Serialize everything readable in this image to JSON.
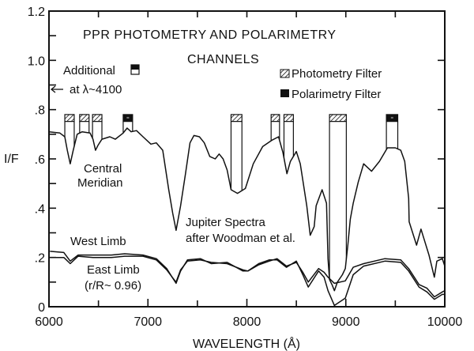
{
  "chart_data": {
    "type": "line",
    "title_line1": "PPR  PHOTOMETRY AND POLARIMETRY",
    "title_line2": "CHANNELS",
    "xlabel": "WAVELENGTH  (Å)",
    "ylabel": "I/F",
    "xlim": [
      6000,
      10000
    ],
    "ylim": [
      0,
      1.2
    ],
    "xticks": [
      {
        "v": 6000,
        "label": "6000"
      },
      {
        "v": 7000,
        "label": "7000"
      },
      {
        "v": 8000,
        "label": "8000"
      },
      {
        "v": 9000,
        "label": "9000"
      },
      {
        "v": 10000,
        "label": "10000"
      }
    ],
    "yticks": [
      {
        "v": 0,
        "label": "0"
      },
      {
        "v": 0.2,
        "label": ".2"
      },
      {
        "v": 0.4,
        "label": ".4"
      },
      {
        "v": 0.6,
        "label": ".6"
      },
      {
        "v": 0.8,
        "label": ".8"
      },
      {
        "v": 1.0,
        "label": "1.0"
      },
      {
        "v": 1.2,
        "label": "1.2"
      }
    ],
    "series": [
      {
        "name": "Central Meridian",
        "x": [
          6000,
          6110,
          6160,
          6185,
          6215,
          6245,
          6285,
          6335,
          6415,
          6445,
          6470,
          6495,
          6535,
          6615,
          6670,
          6750,
          6790,
          6830,
          6885,
          6950,
          7030,
          7085,
          7150,
          7210,
          7250,
          7285,
          7330,
          7380,
          7425,
          7465,
          7520,
          7570,
          7625,
          7680,
          7720,
          7760,
          7800,
          7840,
          7905,
          7985,
          8065,
          8160,
          8250,
          8320,
          8365,
          8405,
          8440,
          8500,
          8540,
          8605,
          8640,
          8680,
          8700,
          8760,
          8805,
          8820,
          8835,
          8860,
          8885,
          8915,
          8965,
          8995,
          9020,
          9045,
          9075,
          9125,
          9180,
          9260,
          9340,
          9420,
          9500,
          9555,
          9595,
          9635,
          9640,
          9715,
          9760,
          9840,
          9895,
          9920,
          9975,
          10000
        ],
        "y": [
          0.71,
          0.705,
          0.69,
          0.635,
          0.58,
          0.635,
          0.7,
          0.71,
          0.705,
          0.68,
          0.635,
          0.655,
          0.68,
          0.69,
          0.68,
          0.705,
          0.725,
          0.71,
          0.715,
          0.69,
          0.66,
          0.665,
          0.635,
          0.475,
          0.38,
          0.31,
          0.41,
          0.54,
          0.665,
          0.695,
          0.69,
          0.665,
          0.61,
          0.6,
          0.62,
          0.6,
          0.555,
          0.475,
          0.46,
          0.48,
          0.58,
          0.65,
          0.675,
          0.69,
          0.625,
          0.54,
          0.59,
          0.63,
          0.58,
          0.41,
          0.29,
          0.325,
          0.41,
          0.475,
          0.42,
          0.195,
          0.11,
          0.09,
          0.065,
          0.1,
          0.13,
          0.155,
          0.25,
          0.355,
          0.42,
          0.505,
          0.58,
          0.55,
          0.59,
          0.645,
          0.645,
          0.635,
          0.59,
          0.44,
          0.345,
          0.25,
          0.315,
          0.21,
          0.12,
          0.185,
          0.195,
          0.165
        ]
      },
      {
        "name": "West Limb",
        "x": [
          6010,
          6150,
          6215,
          6295,
          6445,
          6630,
          6765,
          6950,
          7085,
          7190,
          7245,
          7285,
          7330,
          7400,
          7530,
          7640,
          7800,
          7960,
          8010,
          8120,
          8225,
          8305,
          8400,
          8500,
          8565,
          8620,
          8725,
          8780,
          8820,
          8885,
          8995,
          9075,
          9180,
          9395,
          9555,
          9635,
          9740,
          9820,
          9895,
          9975,
          10000
        ],
        "y": [
          0.225,
          0.22,
          0.185,
          0.21,
          0.21,
          0.21,
          0.215,
          0.21,
          0.195,
          0.155,
          0.12,
          0.095,
          0.145,
          0.19,
          0.195,
          0.175,
          0.18,
          0.145,
          0.145,
          0.175,
          0.19,
          0.19,
          0.16,
          0.185,
          0.13,
          0.08,
          0.145,
          0.12,
          0.065,
          0.005,
          0.035,
          0.13,
          0.165,
          0.185,
          0.18,
          0.145,
          0.08,
          0.06,
          0.03,
          0.05,
          0.05
        ]
      },
      {
        "name": "East Limb (r/R~0.96)",
        "x": [
          6010,
          6150,
          6215,
          6295,
          6445,
          6630,
          6765,
          6950,
          7085,
          7190,
          7245,
          7285,
          7330,
          7400,
          7530,
          7640,
          7800,
          7960,
          8010,
          8120,
          8225,
          8305,
          8400,
          8500,
          8565,
          8620,
          8725,
          8780,
          8820,
          8885,
          8995,
          9075,
          9180,
          9395,
          9555,
          9635,
          9740,
          9820,
          9895,
          9975,
          10000
        ],
        "y": [
          0.2,
          0.2,
          0.175,
          0.205,
          0.2,
          0.2,
          0.205,
          0.205,
          0.19,
          0.15,
          0.12,
          0.1,
          0.15,
          0.185,
          0.19,
          0.18,
          0.175,
          0.15,
          0.145,
          0.17,
          0.185,
          0.195,
          0.165,
          0.18,
          0.14,
          0.1,
          0.155,
          0.14,
          0.12,
          0.095,
          0.105,
          0.16,
          0.175,
          0.195,
          0.19,
          0.155,
          0.09,
          0.075,
          0.04,
          0.06,
          0.065
        ]
      }
    ],
    "filters": [
      {
        "type": "photometry",
        "range": [
          6160,
          6255
        ]
      },
      {
        "type": "photometry",
        "range": [
          6310,
          6405
        ]
      },
      {
        "type": "photometry",
        "range": [
          6440,
          6535
        ]
      },
      {
        "type": "polarimetry",
        "range": [
          6750,
          6845
        ]
      },
      {
        "type": "photometry",
        "range": [
          7840,
          7950
        ]
      },
      {
        "type": "photometry",
        "range": [
          8245,
          8330
        ]
      },
      {
        "type": "photometry",
        "range": [
          8375,
          8470
        ]
      },
      {
        "type": "photometry",
        "range": [
          8835,
          9005
        ]
      },
      {
        "type": "polarimetry",
        "range": [
          9410,
          9525
        ]
      }
    ],
    "filter_top": 0.78,
    "legend": {
      "photometry": "Photometry  Filter",
      "polarimetry": "Polarimetry  Filter",
      "placement": "top-right"
    },
    "annotations": {
      "additional": "Additional",
      "additional_at": "at λ~4100",
      "central": "Central",
      "meridian": "Meridian",
      "jupiter": "Jupiter  Spectra",
      "after": "after  Woodman et al.",
      "west": "West Limb",
      "east": "East Limb",
      "east_r": "(r/R~ 0.96)"
    }
  }
}
